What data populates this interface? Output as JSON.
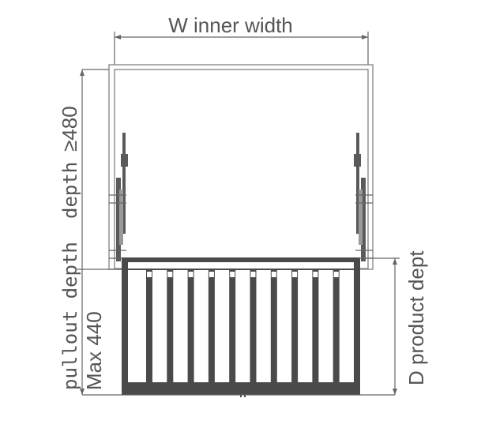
{
  "labels": {
    "inner_width": "W inner width",
    "depth_label": "depth",
    "depth_value": "≥480",
    "pullout_depth": "pullout depth",
    "max_value": "Max 440",
    "product_depth": "D product dept"
  },
  "colors": {
    "line": "#666666",
    "basket": "#4a4a4a",
    "background": "#ffffff"
  }
}
